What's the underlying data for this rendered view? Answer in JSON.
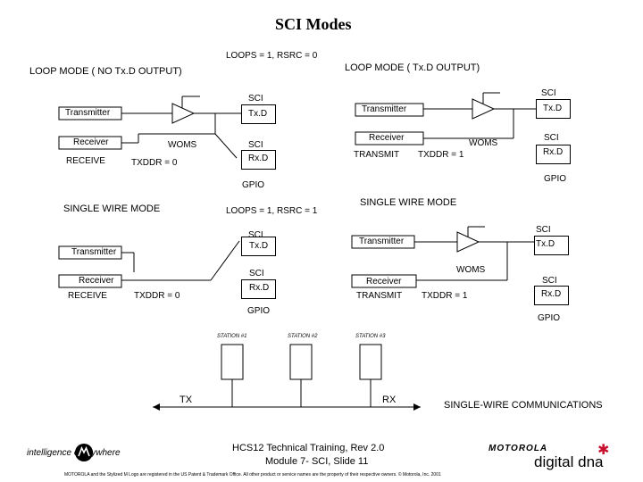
{
  "title": "SCI Modes",
  "loops_rsrc_0": "LOOPS = 1, RSRC = 0",
  "loops_rsrc_1": "LOOPS = 1, RSRC = 1",
  "left_top": {
    "mode": "LOOP MODE ( NO Tx.D OUTPUT)",
    "transmitter": "Transmitter",
    "receiver": "Receiver",
    "receive": "RECEIVE",
    "woms": "WOMS",
    "txddr": "TXDDR = 0",
    "sci1": "SCI",
    "txd": "Tx.D",
    "sci2": "SCI",
    "rxd": "Rx.D",
    "gpio": "GPIO"
  },
  "right_top": {
    "mode": "LOOP MODE ( Tx.D OUTPUT)",
    "transmitter": "Transmitter",
    "receiver": "Receiver",
    "transmit": "TRANSMIT",
    "woms": "WOMS",
    "txddr": "TXDDR = 1",
    "sci1": "SCI",
    "txd": "Tx.D",
    "sci2": "SCI",
    "rxd": "Rx.D",
    "gpio": "GPIO"
  },
  "left_bottom": {
    "mode": "SINGLE WIRE MODE",
    "transmitter": "Transmitter",
    "receiver": "Receiver",
    "receive": "RECEIVE",
    "txddr": "TXDDR = 0",
    "sci1": "SCI",
    "txd": "Tx.D",
    "sci2": "SCI",
    "rxd": "Rx.D",
    "gpio": "GPIO"
  },
  "right_bottom": {
    "mode": "SINGLE WIRE MODE",
    "transmitter": "Transmitter",
    "receiver": "Receiver",
    "transmit": "TRANSMIT",
    "woms": "WOMS",
    "txddr": "TXDDR = 1",
    "sci1": "SCI",
    "txd": "Tx.D",
    "sci2": "SCI",
    "rxd": "Rx.D",
    "gpio": "GPIO"
  },
  "stations": [
    "STATION #1",
    "STATION #2",
    "STATION #3"
  ],
  "bus": {
    "tx": "TX",
    "rx": "RX",
    "caption": "SINGLE-WIRE COMMUNICATIONS"
  },
  "footer": {
    "logo_left": "intelligence everywhere",
    "line1": "HCS12 Technical Training, Rev 2.0",
    "line2": "Module 7- SCI, Slide 11",
    "motorola": "MOTOROLA",
    "digital_dna": "digital dna",
    "legal": "MOTOROLA and the Stylized M Logo are registered in the US Patent & Trademark Office. All other product or service names are the property of their respective owners. © Motorola, Inc. 2001"
  }
}
